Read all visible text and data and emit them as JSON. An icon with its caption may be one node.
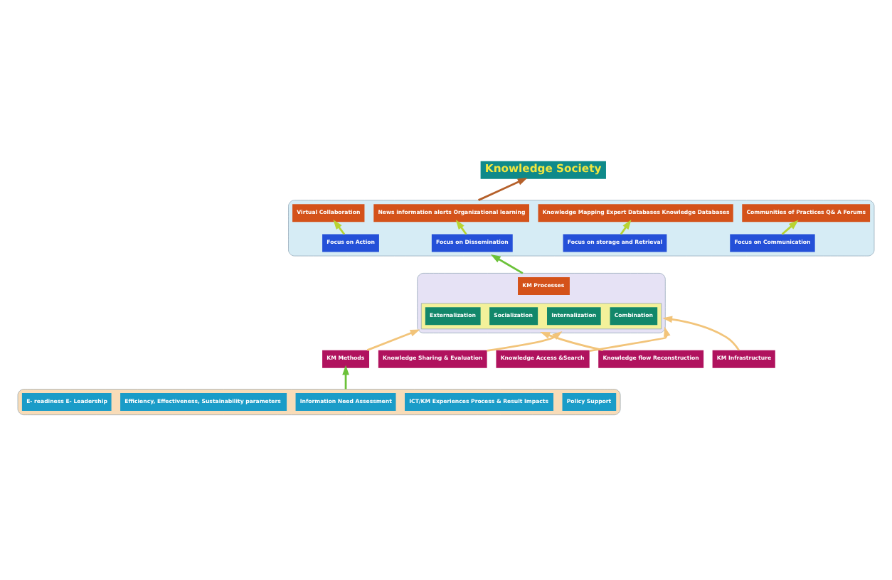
{
  "diagram": {
    "nodes": [
      {
        "text": [
          "Knowledge Society"
        ]
      },
      {
        "text": [],
        "shape": "box"
      },
      {
        "text": [
          "Communities of Practices Q& A Forums"
        ],
        "in": 1
      },
      {
        "text": [
          "Knowledge Mapping Expert Databases Knowledge Databases"
        ],
        "in": 1
      },
      {
        "text": [
          "News information alerts Organizational learning"
        ],
        "in": 1
      },
      {
        "text": [
          "Virtual Collaboration"
        ],
        "in": 1
      },
      {
        "text": [
          "Focus on Communication"
        ],
        "in": 1
      },
      {
        "text": [
          "Focus on storage and Retrieval"
        ],
        "in": 1
      },
      {
        "text": [
          "Focus on Dissemination"
        ],
        "in": 1
      },
      {
        "text": [
          "Focus on Action"
        ],
        "in": 1
      },
      {
        "text": [],
        "shape": "box"
      },
      {
        "text": [
          "KM Processes"
        ],
        "in": 10
      },
      {
        "text": [],
        "shape": "bar",
        "in": 10
      },
      {
        "text": [
          "Socialization"
        ],
        "in": 12
      },
      {
        "text": [
          "Externalization"
        ],
        "in": 12
      },
      {
        "text": [
          "Combination"
        ],
        "in": 12
      },
      {
        "text": [
          "Internalization"
        ],
        "in": 12
      },
      {
        "text": [
          "KM Infrastructure"
        ]
      },
      {
        "text": [
          "Knowledge flow Reconstruction"
        ]
      },
      {
        "text": [
          "KM Methods"
        ]
      },
      {
        "text": [
          "Knowledge Access &Search"
        ]
      },
      {
        "text": [
          "Knowledge Sharing & Evaluation"
        ]
      },
      {
        "text": [],
        "shape": "box"
      },
      {
        "text": [
          "Policy Support"
        ],
        "in": 22
      },
      {
        "text": [
          "ICT/KM Experiences Process & Result Impacts"
        ],
        "in": 22
      },
      {
        "text": [
          "Information Need Assessment"
        ],
        "in": 22
      },
      {
        "text": [
          "Efficiency, Effectiveness, Sustainability parameters"
        ],
        "in": 22
      },
      {
        "text": [
          "E- readiness E- Leadership"
        ],
        "in": 22
      }
    ],
    "edges": [
      {
        "from": 1,
        "to": 0,
        "arrow": "to",
        "color": "#b5602a"
      },
      {
        "from": 6,
        "to": 2,
        "arrow": "to",
        "color": "#b8d432"
      },
      {
        "from": 7,
        "to": 3,
        "arrow": "to",
        "color": "#b8d432"
      },
      {
        "from": 8,
        "to": 4,
        "arrow": "to",
        "color": "#b8d432"
      },
      {
        "from": 9,
        "to": 5,
        "arrow": "to",
        "color": "#b8d432"
      },
      {
        "from": 10,
        "to": 1,
        "arrow": "to",
        "color": "#6cc23a"
      },
      {
        "from": 17,
        "to": 10,
        "arrow": "to"
      },
      {
        "from": 18,
        "to": 10,
        "arrow": "to"
      },
      {
        "from": 19,
        "to": 10,
        "arrow": "to"
      },
      {
        "from": 20,
        "to": 10,
        "arrow": "to"
      },
      {
        "from": 21,
        "to": 10,
        "arrow": "to"
      },
      {
        "from": 22,
        "to": 19,
        "arrow": "to",
        "color": "#6cc23a"
      }
    ]
  }
}
